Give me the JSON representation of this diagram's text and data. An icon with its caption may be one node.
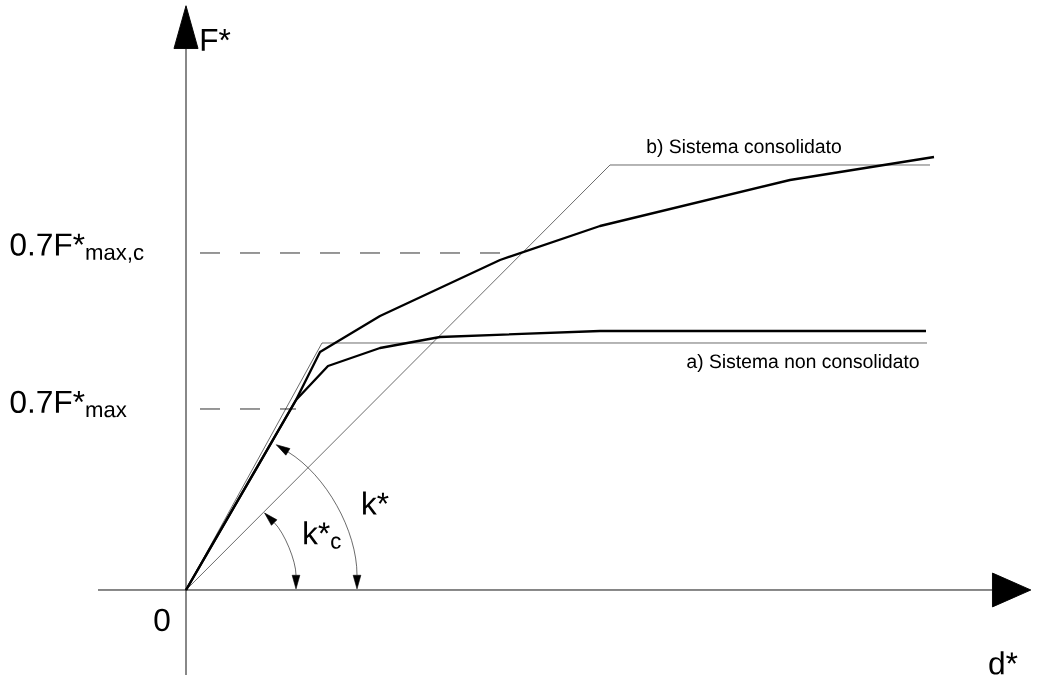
{
  "diagram": {
    "labels": [
      "F*",
      "b) Sistema consolidato",
      "0.7F*$_{max,c}$",
      "a) Sistema non consolidato",
      "0.7F*$_{max}$",
      "k*",
      "k*$_{c}$",
      "0",
      "d*"
    ]
  }
}
